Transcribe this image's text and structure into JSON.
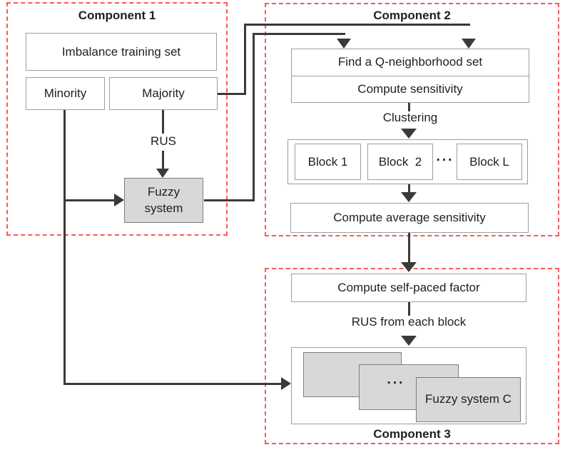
{
  "components": {
    "c1": {
      "title": "Component 1"
    },
    "c2": {
      "title": "Component 2"
    },
    "c3": {
      "title": "Component 3"
    }
  },
  "c1": {
    "imbalance_box": "Imbalance training set",
    "minority_box": "Minority",
    "majority_box": "Majority",
    "rus_label": "RUS",
    "fuzzy_box": "Fuzzy\nsystem"
  },
  "c2": {
    "find_q_box": "Find a Q-neighborhood set",
    "compute_sensitivity_box": "Compute sensitivity",
    "clustering_label": "Clustering",
    "blocks": [
      "Block 1",
      "Block  2",
      "Block L"
    ],
    "ellipsis": "···",
    "avg_sensitivity_box": "Compute average sensitivity"
  },
  "c3": {
    "self_paced_box": "Compute self-paced factor",
    "rus_from_each_block_label": "RUS from each block",
    "ellipsis": "···",
    "fuzzy_c_box": "Fuzzy system C"
  },
  "colors": {
    "component_border_red": "#fa5a5a",
    "arrow_gray": "#3a3a3a",
    "gray_box_fill": "#d8d8d8"
  }
}
